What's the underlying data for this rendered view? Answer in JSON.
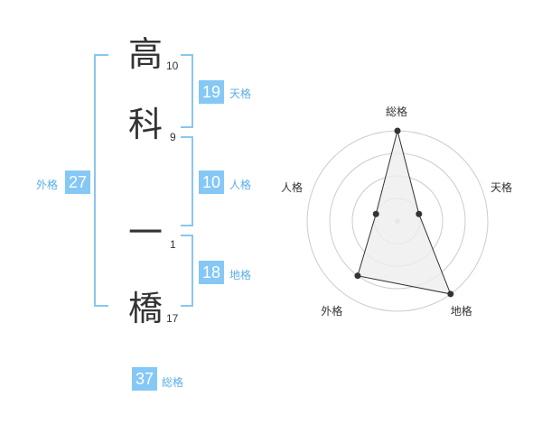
{
  "name": {
    "characters": [
      {
        "char": "高",
        "strokes": "10"
      },
      {
        "char": "科",
        "strokes": "9"
      },
      {
        "char": "一",
        "strokes": "1"
      },
      {
        "char": "橋",
        "strokes": "17"
      }
    ]
  },
  "kaku": {
    "tenkaku": {
      "value": "19",
      "label": "天格"
    },
    "jinkaku": {
      "value": "10",
      "label": "人格"
    },
    "chikaku": {
      "value": "18",
      "label": "地格"
    },
    "gaikaku": {
      "value": "27",
      "label": "外格"
    },
    "soukaku": {
      "value": "37",
      "label": "総格"
    }
  },
  "chart_data": {
    "type": "radar",
    "axes": [
      "総格",
      "天格",
      "地格",
      "外格",
      "人格"
    ],
    "values": [
      4,
      1,
      4,
      3,
      1
    ],
    "max": 4,
    "rings": 4,
    "colors": {
      "fill": "#eeeeee",
      "line": "#333333",
      "grid": "#cccccc",
      "point": "#333333"
    }
  }
}
